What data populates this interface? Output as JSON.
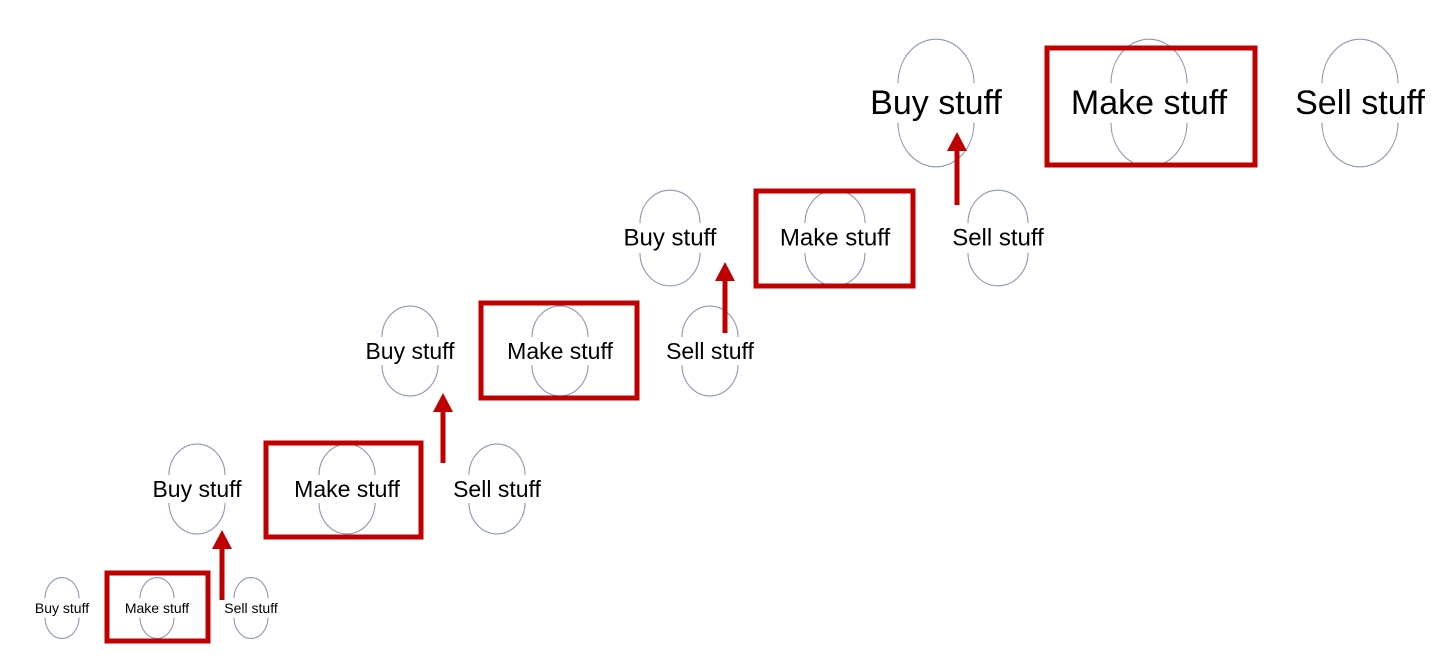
{
  "diagram": {
    "title": "",
    "colors": {
      "accent": "#c00000",
      "text": "#000000",
      "cycle_arcs": "#8a97b8",
      "background": "#ffffff"
    },
    "stages": [
      {
        "name": "stage-1",
        "items": [
          {
            "role": "buy",
            "label": "Buy stuff"
          },
          {
            "role": "make",
            "label": "Make stuff",
            "highlighted": true
          },
          {
            "role": "sell",
            "label": "Sell stuff"
          }
        ]
      },
      {
        "name": "stage-2",
        "items": [
          {
            "role": "buy",
            "label": "Buy stuff"
          },
          {
            "role": "make",
            "label": "Make stuff",
            "highlighted": true
          },
          {
            "role": "sell",
            "label": "Sell stuff"
          }
        ]
      },
      {
        "name": "stage-3",
        "items": [
          {
            "role": "buy",
            "label": "Buy stuff"
          },
          {
            "role": "make",
            "label": "Make stuff",
            "highlighted": true
          },
          {
            "role": "sell",
            "label": "Sell stuff"
          }
        ]
      },
      {
        "name": "stage-4",
        "items": [
          {
            "role": "buy",
            "label": "Buy stuff"
          },
          {
            "role": "make",
            "label": "Make stuff",
            "highlighted": true
          },
          {
            "role": "sell",
            "label": "Sell stuff"
          }
        ]
      },
      {
        "name": "stage-5",
        "items": [
          {
            "role": "buy",
            "label": "Buy stuff"
          },
          {
            "role": "make",
            "label": "Make stuff",
            "highlighted": true
          },
          {
            "role": "sell",
            "label": "Sell stuff"
          }
        ]
      }
    ],
    "arrows": [
      {
        "from": "stage-1.sell",
        "to": "stage-2.buy",
        "icon": "up-arrow-icon"
      },
      {
        "from": "stage-2.sell",
        "to": "stage-3.buy",
        "icon": "up-arrow-icon"
      },
      {
        "from": "stage-3.sell",
        "to": "stage-4.buy",
        "icon": "up-arrow-icon"
      },
      {
        "from": "stage-4.sell",
        "to": "stage-5.buy",
        "icon": "up-arrow-icon"
      }
    ]
  }
}
